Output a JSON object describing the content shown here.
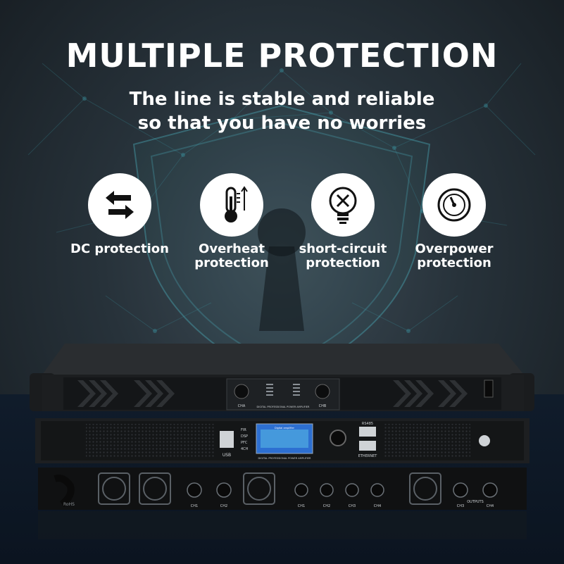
{
  "headline": "MULTIPLE PROTECTION",
  "subheading": [
    "The line is stable and reliable",
    "so that you have no worries"
  ],
  "features": [
    {
      "icon": "arrows-swap-icon",
      "label_lines": [
        "DC protection"
      ]
    },
    {
      "icon": "thermometer-icon",
      "label_lines": [
        "Overheat",
        "protection"
      ]
    },
    {
      "icon": "bulb-x-icon",
      "label_lines": [
        "short-circuit",
        "protection"
      ]
    },
    {
      "icon": "gauge-icon",
      "label_lines": [
        "Overpower",
        "protection"
      ]
    }
  ],
  "device": {
    "front_panel": {
      "knob_labels": [
        "CHA",
        "CHB"
      ],
      "panel_text": "DIGITAL PROFESSIONAL POWER AMPLIFIER"
    },
    "middle_panel": {
      "usb_label": "USB",
      "features": [
        "FIR",
        "DSP",
        "PFC",
        "4CH"
      ],
      "display_text": "Digital amplifier",
      "panel_text": "DIGITAL PROFESSIONAL POWER AMPLIFIER",
      "rs485_label": "RS485",
      "ethernet_label": "ETHERNET"
    },
    "rear_panel": {
      "rohs": "RoHS",
      "outputs_label": "OUTPUTS",
      "left_channels": [
        "CH1",
        "CH2"
      ],
      "mid_channels": [
        "CH1",
        "CH2",
        "CH3",
        "CH4"
      ],
      "right_channels": [
        "CH3",
        "CH4"
      ]
    }
  },
  "colors": {
    "accent_network": "#3fa7b5",
    "icon_circle": "#ffffff"
  }
}
